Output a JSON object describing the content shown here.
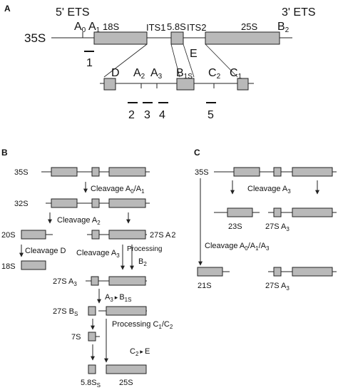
{
  "panel_a": {
    "label": "A",
    "precursor": "35S",
    "region_5ets": "5' ETS",
    "region_3ets": "3' ETS",
    "region_its1": "ITS1",
    "region_its2": "ITS2",
    "site_a0": "A",
    "site_a0_sub": "0",
    "site_a1": "A",
    "site_a1_sub": "1",
    "gene_18s": "18S",
    "gene_58s": "5.8S",
    "gene_25s": "25S",
    "site_b2": "B",
    "site_b2_sub": "2",
    "site_e": "E",
    "site_d": "D",
    "site_a2": "A",
    "site_a2_sub": "2",
    "site_a3": "A",
    "site_a3_sub": "3",
    "site_b1s": "B",
    "site_b1s_sub": "1S",
    "site_c2": "C",
    "site_c2_sub": "2",
    "site_c1": "C",
    "site_c1_sub": "1",
    "probe_1": "1",
    "probe_2": "2",
    "probe_3": "3",
    "probe_4": "4",
    "probe_5": "5"
  },
  "panel_b": {
    "label": "B",
    "r35s": "35S",
    "step_a0a1": "Cleavage A",
    "step_a0a1_sub": "0",
    "step_a0a1_mid": "/A",
    "step_a0a1_sub2": "1",
    "r32s": "32S",
    "step_a2": "Cleavage A",
    "step_a2_sub": "2",
    "r20s": "20S",
    "r27sa2": "27S A",
    "r27sa2_sub": "2",
    "step_d": "Cleavage D",
    "step_a3": "Cleavage A",
    "step_a3_sub": "3",
    "step_processing": "Processing",
    "step_b2": "B",
    "step_b2_sub": "2",
    "r18s": "18S",
    "r27sa3": "27S A",
    "r27sa3_sub": "3",
    "step_a3b1s_a": "A",
    "step_a3b1s_a_sub": "3",
    "step_a3b1s_arrow": "▸",
    "step_a3b1s_b": "B",
    "step_a3b1s_b_sub": "1S",
    "r27sbs": "27S B",
    "r27sbs_sub": "S",
    "step_c1c2": "Processing C",
    "step_c1c2_sub": "1",
    "step_c1c2_mid": "/C",
    "step_c1c2_sub2": "2",
    "r7s": "7S",
    "step_c2e_c": "C",
    "step_c2e_sub": "2",
    "step_c2e_arrow": "▸",
    "step_c2e_e": "E",
    "r58s": "5.8S",
    "r58s_sub": "S",
    "r25s": "25S"
  },
  "panel_c": {
    "label": "C",
    "r35s": "35S",
    "step_a3": "Cleavage A",
    "step_a3_sub": "3",
    "r23s": "23S",
    "r27sa3": "27S A",
    "r27sa3_sub": "3",
    "step_a0a1a3": "Cleavage A",
    "step_a0a1a3_sub": "0",
    "step_a0a1a3_mid": "/A",
    "step_a0a1a3_sub2": "1",
    "step_a0a1a3_mid2": "/A",
    "step_a0a1a3_sub3": "3",
    "r21s": "21S",
    "r27sa3b": "27S A",
    "r27sa3b_sub": "3"
  }
}
